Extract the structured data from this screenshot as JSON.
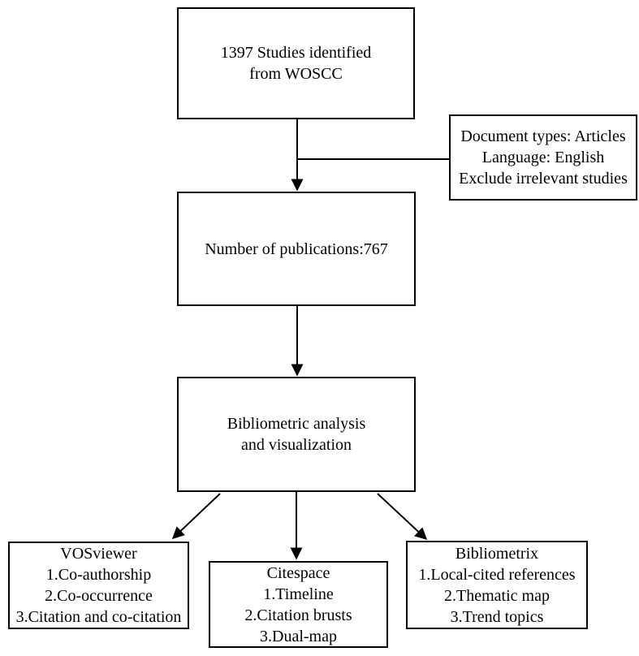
{
  "page": {
    "background_color": "#ffffff",
    "line_color": "#000000"
  },
  "flowchart": {
    "boxes": {
      "identified": {
        "lines": [
          "1397 Studies identified",
          "from WOSCC"
        ]
      },
      "criteria": {
        "lines": [
          "Document types: Articles",
          "Language: English",
          "Exclude irrelevant studies"
        ]
      },
      "publications": {
        "lines": [
          "Number of publications:767"
        ]
      },
      "analysis": {
        "lines": [
          "Bibliometric analysis",
          "and visualization"
        ]
      },
      "vosviewer": {
        "lines": [
          "VOSviewer",
          "1.Co-authorship",
          "2.Co-occurrence",
          "3.Citation and co-citation"
        ]
      },
      "citespace": {
        "lines": [
          "Citespace",
          "1.Timeline",
          "2.Citation brusts",
          "3.Dual-map"
        ]
      },
      "bibliometrix": {
        "lines": [
          "Bibliometrix",
          "1.Local-cited references",
          "2.Thematic map",
          "3.Trend topics"
        ]
      }
    },
    "connectors": [
      {
        "from": "identified",
        "to": "publications",
        "type": "arrow"
      },
      {
        "from": "identified-to-publications-line",
        "to": "criteria",
        "type": "plain-line"
      },
      {
        "from": "publications",
        "to": "analysis",
        "type": "arrow"
      },
      {
        "from": "analysis",
        "to": "vosviewer",
        "type": "arrow"
      },
      {
        "from": "analysis",
        "to": "citespace",
        "type": "arrow"
      },
      {
        "from": "analysis",
        "to": "bibliometrix",
        "type": "arrow"
      }
    ]
  }
}
